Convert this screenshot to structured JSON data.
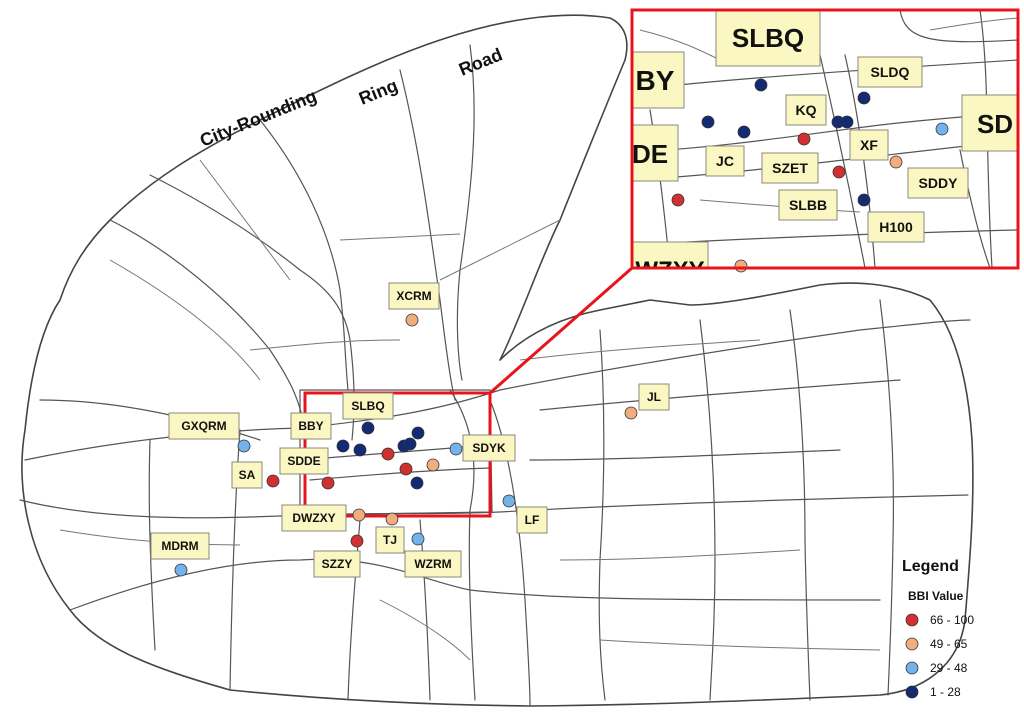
{
  "ring_road_words": [
    "City-Rounding",
    "Ring",
    "Road"
  ],
  "colors": {
    "high": "#d03030",
    "mid_high": "#f2ad7e",
    "mid_low": "#73b2ea",
    "low": "#142a73",
    "frame": "#e8141c",
    "label_fill": "#fbf7c2"
  },
  "legend": {
    "title": "Legend",
    "subtitle": "BBI Value",
    "classes": [
      {
        "range": "66 - 100",
        "color": "#d03030"
      },
      {
        "range": "49  -  65",
        "color": "#f2ad7e"
      },
      {
        "range": "29  -  48",
        "color": "#73b2ea"
      },
      {
        "range": "1  -  28",
        "color": "#142a73"
      }
    ]
  },
  "stations": [
    {
      "name": "XCRM"
    },
    {
      "name": "JL"
    },
    {
      "name": "GXQRM"
    },
    {
      "name": "BBY"
    },
    {
      "name": "SLBQ"
    },
    {
      "name": "SDYK"
    },
    {
      "name": "SA"
    },
    {
      "name": "SDDE"
    },
    {
      "name": "DWZXY"
    },
    {
      "name": "LF"
    },
    {
      "name": "MDRM"
    },
    {
      "name": "TJ"
    },
    {
      "name": "SZZY"
    },
    {
      "name": "WZRM"
    }
  ],
  "inset_labels": [
    {
      "name": "SLBQ"
    },
    {
      "name": "BY"
    },
    {
      "name": "SLDQ"
    },
    {
      "name": "KQ"
    },
    {
      "name": "SD"
    },
    {
      "name": "DE"
    },
    {
      "name": "JC"
    },
    {
      "name": "SZET"
    },
    {
      "name": "XF"
    },
    {
      "name": "SDDY"
    },
    {
      "name": "SLBB"
    },
    {
      "name": "H100"
    },
    {
      "name": "WZXY"
    }
  ]
}
